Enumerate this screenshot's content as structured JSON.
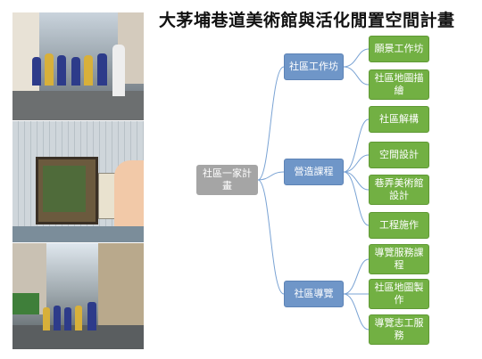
{
  "title": "大茅埔巷道美術館與活化閒置空間計畫",
  "root": {
    "label": "社區一家計畫"
  },
  "branches": [
    {
      "label": "社區工作坊",
      "children": [
        "願景工作坊",
        "社區地圖描繪"
      ]
    },
    {
      "label": "營造課程",
      "children": [
        "社區解構",
        "空間設計",
        "巷弄美術館設計",
        "工程施作"
      ]
    },
    {
      "label": "社區導覽",
      "children": [
        "導覽服務課程",
        "社區地圖製作",
        "導覽志工服務"
      ]
    }
  ],
  "colors": {
    "root": "#a5a5a5",
    "branch": "#6f96c8",
    "leaf": "#72b043",
    "connector": "#7aa3d4"
  }
}
